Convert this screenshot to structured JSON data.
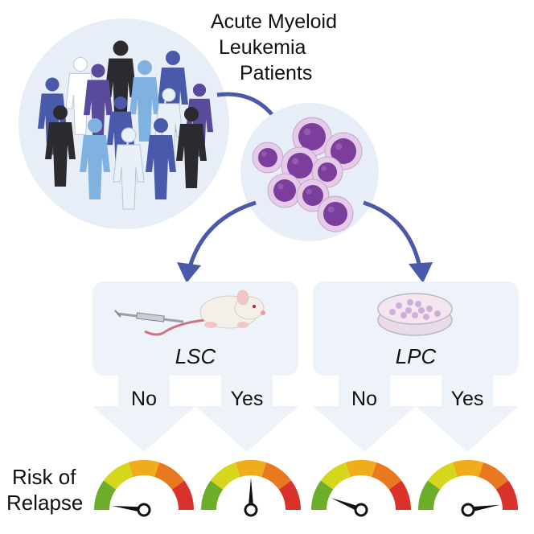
{
  "title": {
    "line1": "Acute Myeloid",
    "line2": "Leukemia",
    "line3": "Patients"
  },
  "branches": [
    {
      "label": "LSC",
      "icon": "mouse-icon",
      "answers": [
        "No",
        "Yes"
      ]
    },
    {
      "label": "LPC",
      "icon": "petri-dish-icon",
      "answers": [
        "No",
        "Yes"
      ]
    }
  ],
  "risk_label": {
    "line1": "Risk of",
    "line2": "Relapse"
  },
  "gauges": [
    {
      "condition": "LSC No",
      "level": 0.04
    },
    {
      "condition": "LSC Yes",
      "level": 0.5
    },
    {
      "condition": "LPC No",
      "level": 0.12
    },
    {
      "condition": "LPC Yes",
      "level": 0.95
    }
  ],
  "colors": {
    "panel": "#eef3fa",
    "arrow": "#4a5aab",
    "cell": "#7b3e9c",
    "gauge_segments": [
      "#6cad2a",
      "#d6d61c",
      "#f0ac1a",
      "#e8791f",
      "#d8322a"
    ]
  }
}
